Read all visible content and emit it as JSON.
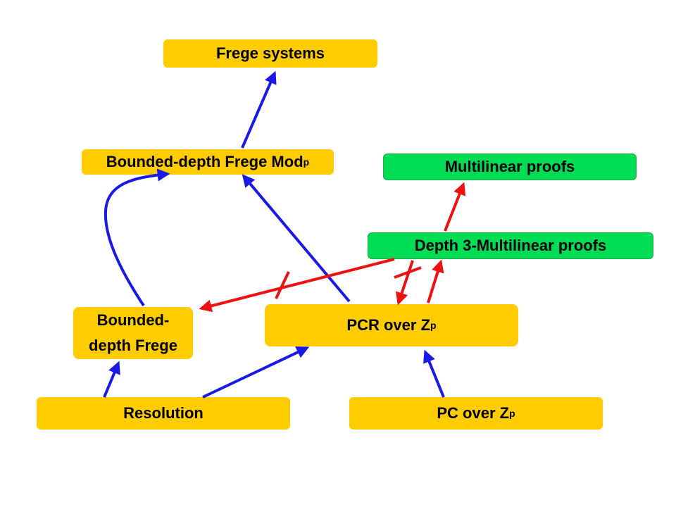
{
  "colors": {
    "node_fill": "#ffcc00",
    "multilinear_fill": "#00dd55",
    "simulation_arrow": "#1a1ae6",
    "separation_arrow": "#ee1111"
  },
  "nodes": {
    "frege": {
      "label": "Frege systems"
    },
    "bd_frege_mod": {
      "label": "Bounded-depth Frege Mod",
      "sub": "p"
    },
    "multilinear": {
      "label": "Multilinear proofs"
    },
    "depth3_multilinear": {
      "label": "Depth 3-Multilinear proofs"
    },
    "bd_frege": {
      "line1": "Bounded-",
      "line2": "depth Frege"
    },
    "pcr": {
      "label": "PCR over Z",
      "sub": "p"
    },
    "resolution": {
      "label": "Resolution"
    },
    "pc": {
      "label": "PC over Z",
      "sub": "p"
    }
  },
  "edges": [
    {
      "from": "resolution",
      "to": "bd_frege",
      "color": "blue"
    },
    {
      "from": "resolution",
      "to": "pcr",
      "color": "blue"
    },
    {
      "from": "pc",
      "to": "pcr",
      "color": "blue"
    },
    {
      "from": "bd_frege",
      "to": "bd_frege_mod",
      "color": "blue"
    },
    {
      "from": "pcr",
      "to": "bd_frege_mod",
      "color": "blue"
    },
    {
      "from": "bd_frege_mod",
      "to": "frege",
      "color": "blue"
    },
    {
      "from": "depth3_multilinear",
      "to": "bd_frege",
      "color": "red",
      "crossed": true
    },
    {
      "from": "depth3_multilinear",
      "to": "pcr",
      "color": "red",
      "crossed": true
    },
    {
      "from": "pcr",
      "to": "depth3_multilinear",
      "color": "red"
    },
    {
      "from": "depth3_multilinear",
      "to": "multilinear",
      "color": "red"
    }
  ]
}
